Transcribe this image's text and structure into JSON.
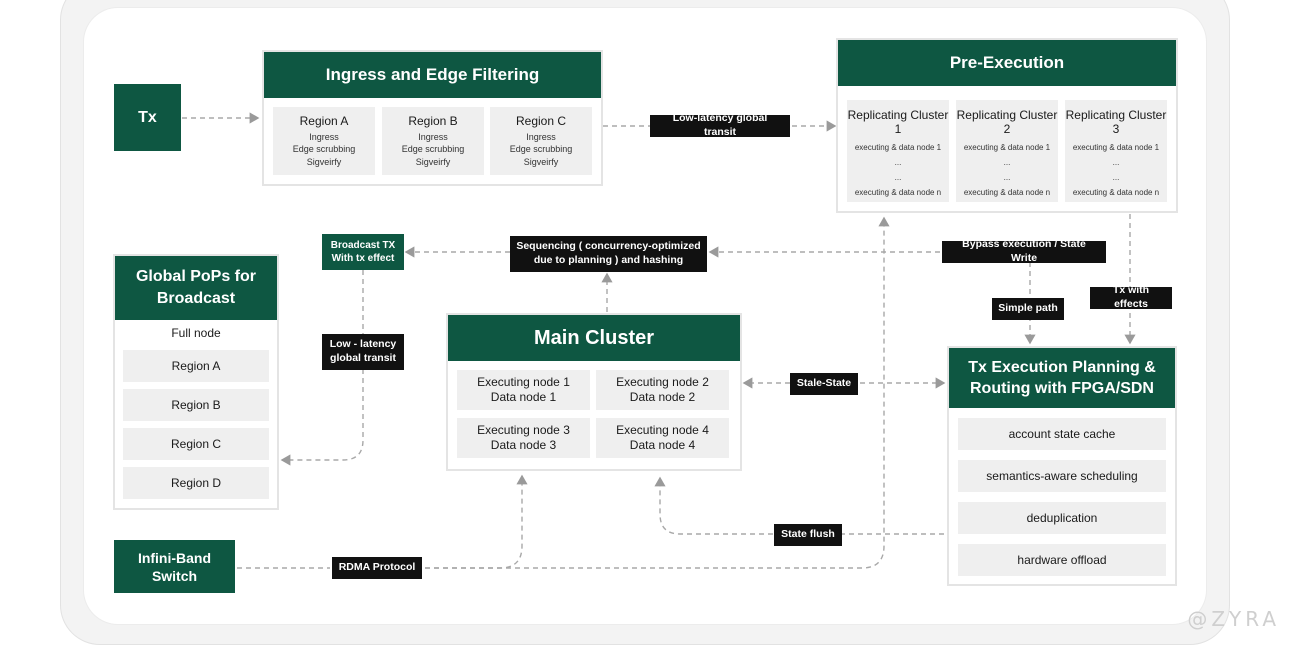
{
  "tx": "Tx",
  "ingress": {
    "title": "Ingress and Edge Filtering",
    "regions": [
      {
        "name": "Region A",
        "items": [
          "Ingress",
          "Edge scrubbing",
          "Sigveirfy"
        ]
      },
      {
        "name": "Region B",
        "items": [
          "Ingress",
          "Edge scrubbing",
          "Sigveirfy"
        ]
      },
      {
        "name": "Region C",
        "items": [
          "Ingress",
          "Edge scrubbing",
          "Sigveirfy"
        ]
      }
    ]
  },
  "pre_execution": {
    "title": "Pre-Execution",
    "clusters": [
      {
        "name": "Replicating Cluster 1",
        "lines": [
          "executing & data node 1",
          "...",
          "...",
          "executing & data node n"
        ]
      },
      {
        "name": "Replicating Cluster 2",
        "lines": [
          "executing & data node 1",
          "...",
          "...",
          "executing & data node n"
        ]
      },
      {
        "name": "Replicating Cluster 3",
        "lines": [
          "executing & data node 1",
          "...",
          "...",
          "executing & data node n"
        ]
      }
    ]
  },
  "global_pops": {
    "title": "Global PoPs for Broadcast",
    "full_node": "Full node",
    "regions": [
      "Region A",
      "Region B",
      "Region C",
      "Region D"
    ]
  },
  "broadcast": "Broadcast TX With tx effect",
  "main_cluster": {
    "title": "Main Cluster",
    "nodes": [
      {
        "exec": "Executing node 1",
        "data": "Data node 1"
      },
      {
        "exec": "Executing node 2",
        "data": "Data node 2"
      },
      {
        "exec": "Executing node 3",
        "data": "Data node 3"
      },
      {
        "exec": "Executing node 4",
        "data": "Data node 4"
      }
    ]
  },
  "planning": {
    "title": "Tx Execution Planning & Routing with FPGA/SDN",
    "items": [
      "account state cache",
      "semantics-aware scheduling",
      "deduplication",
      "hardware offload"
    ]
  },
  "infiniband": "Infini-Band Switch",
  "labels": {
    "low_latency_transit": "Low-latency global transit",
    "sequencing": "Sequencing ( concurrency-optimized due to planning ) and hashing",
    "bypass": "Bypass execution / State Write",
    "simple_path": "Simple path",
    "tx_with_effects": "Tx with effects",
    "low_latency_global": "Low - latency global transit",
    "stale_state": "Stale-State",
    "state_flush": "State flush",
    "rdma": "RDMA Protocol"
  },
  "watermark": "@ZYRA",
  "colors": {
    "green": "#0e5742",
    "label": "#111111",
    "cell": "#efefef",
    "line": "#9a9a9a"
  }
}
